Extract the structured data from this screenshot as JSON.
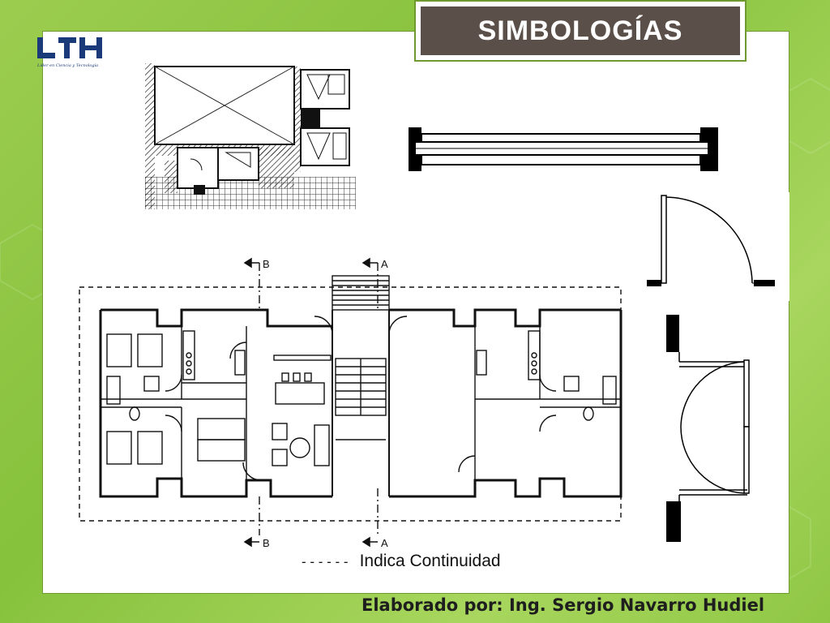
{
  "slide": {
    "title": "SIMBOLOGÍAS",
    "logo_tagline": "Líder en Ciencia y Tecnología",
    "legend_dashes": "- - - - - -",
    "legend_text": "Indica Continuidad",
    "footer": "Elaborado por: Ing. Sergio Navarro Hudiel"
  },
  "plan_labels": {
    "section_b_top": "B",
    "section_a_top": "A",
    "section_b_bottom": "B",
    "section_a_bottom": "A"
  },
  "colors": {
    "background": "#8fc744",
    "title_bg": "#5b5049",
    "frame": "#6f9a30",
    "logo_blue": "#1a3a7a"
  },
  "icons": {
    "logo": "university-logo",
    "window": "window-symbol",
    "door_single": "single-door-symbol",
    "door_double": "double-door-symbol"
  }
}
